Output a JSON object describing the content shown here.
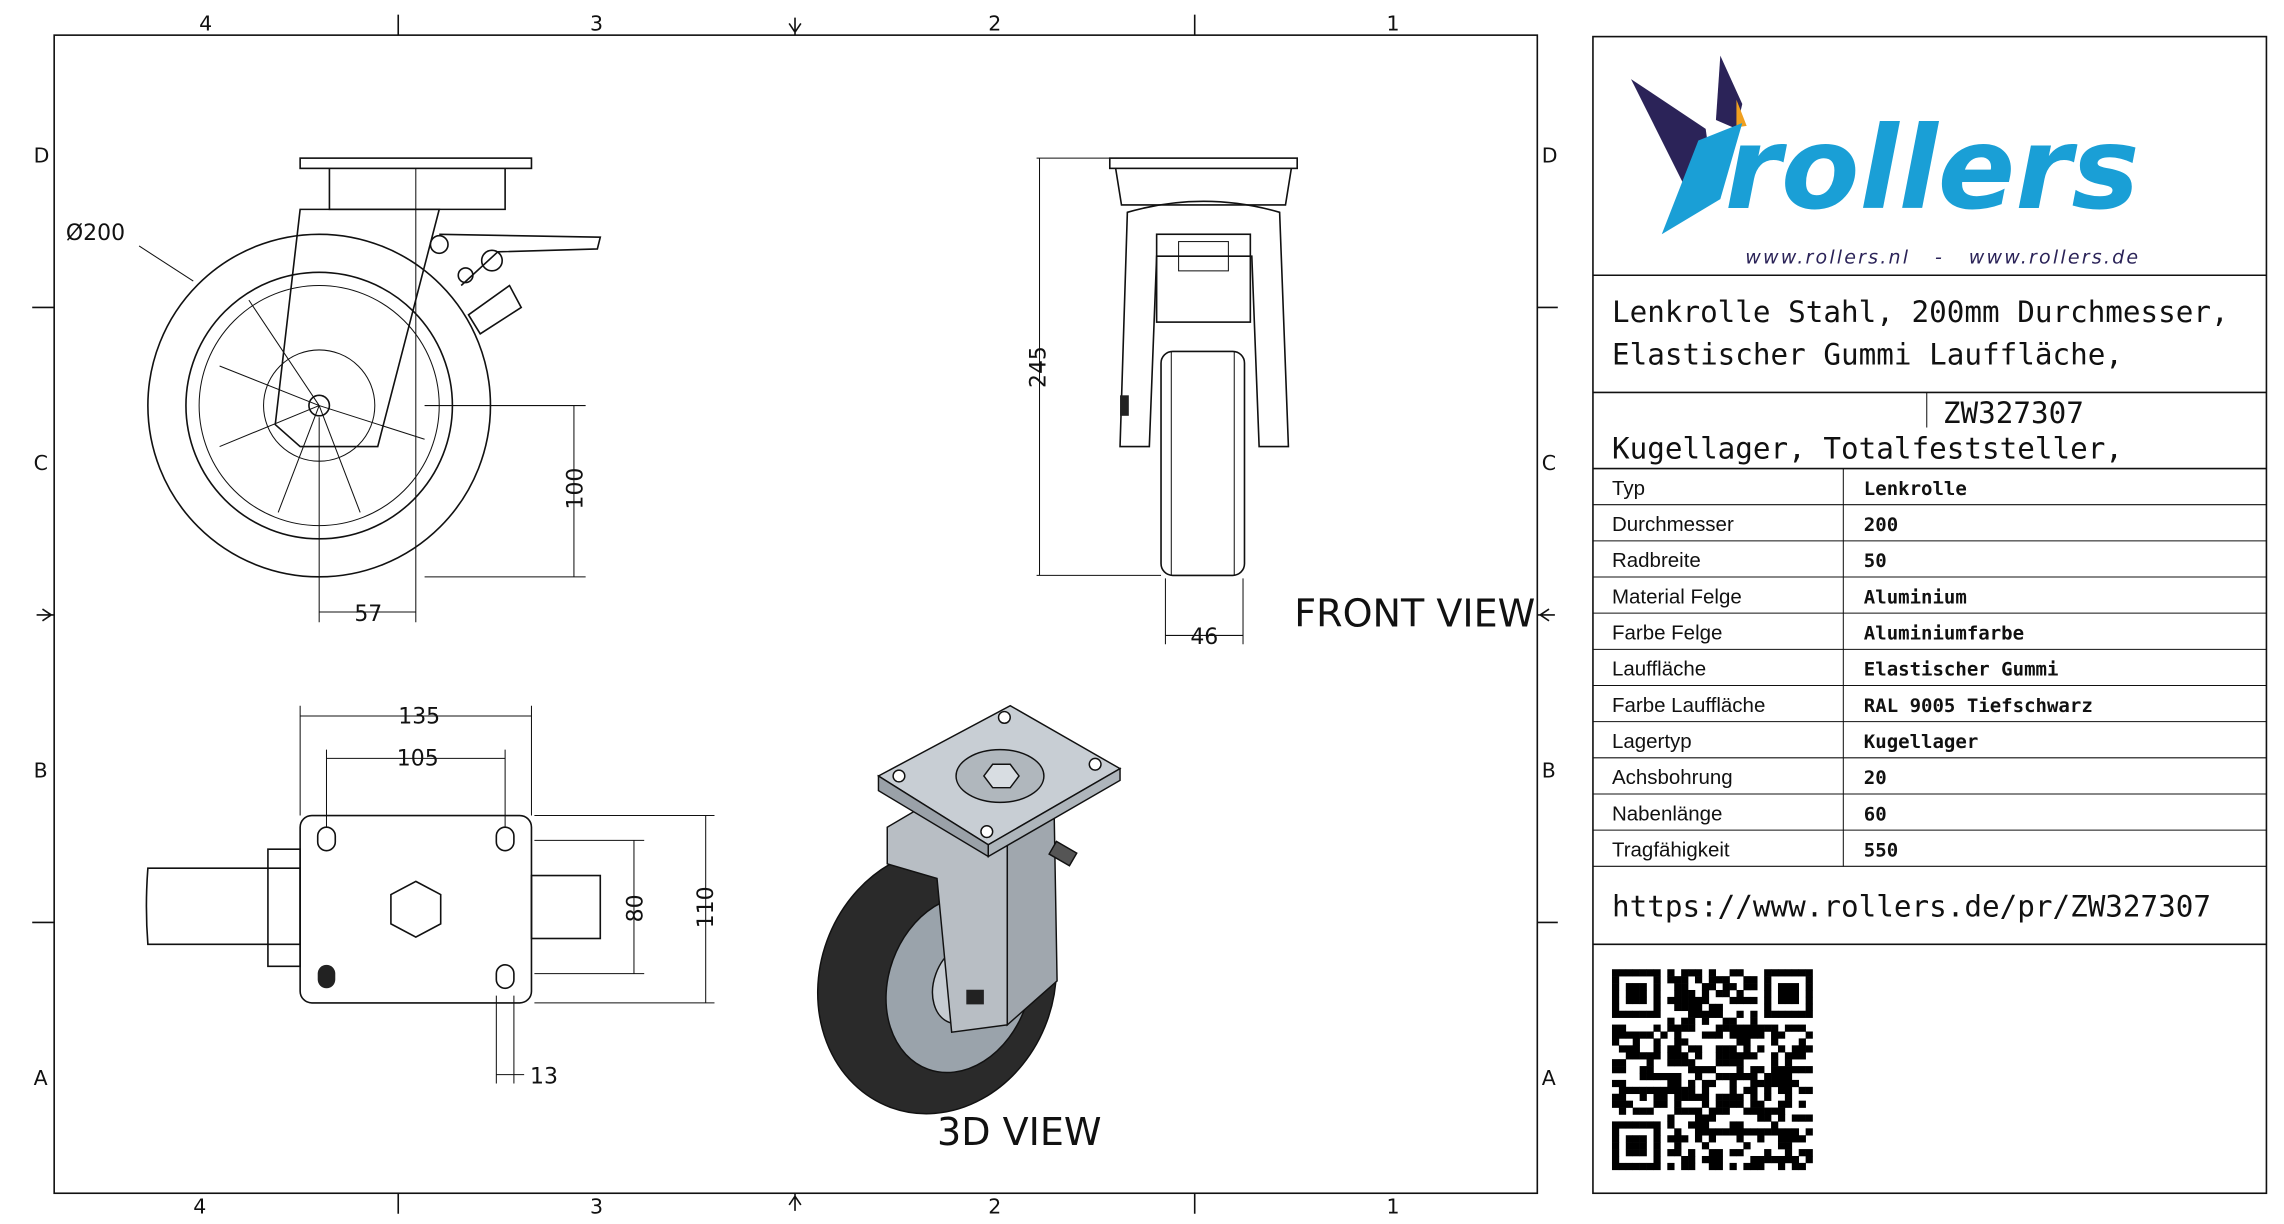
{
  "zones": {
    "columns": [
      "4",
      "3",
      "2",
      "1"
    ],
    "rows": [
      "D",
      "C",
      "B",
      "A"
    ]
  },
  "dimensions": {
    "diameter": "Ø200",
    "axle_height": "100",
    "offset": "57",
    "total_height": "245",
    "wheel_width": "46",
    "plate_length": "135",
    "hole_spacing_length": "105",
    "hole_spacing_width": "80",
    "plate_width": "110",
    "slot_width": "13"
  },
  "views": {
    "front": "FRONT VIEW",
    "iso": "3D VIEW"
  },
  "logo": {
    "brand": "rollers",
    "urls": "www.rollers.nl   -   www.rollers.de",
    "color_primary": "#1a9fd6",
    "color_dark": "#2b2358",
    "color_accent": "#f0a020"
  },
  "title": {
    "line1": "Lenkrolle Stahl, 200mm Durchmesser,",
    "line2": "Elastischer Gummi Lauffläche,",
    "line3": "Kugellager, Totalfeststeller,",
    "article": "ZW327307"
  },
  "specs": [
    {
      "label": "Typ",
      "value": "Lenkrolle"
    },
    {
      "label": "Durchmesser",
      "value": "200"
    },
    {
      "label": "Radbreite",
      "value": "50"
    },
    {
      "label": "Material Felge",
      "value": "Aluminium"
    },
    {
      "label": "Farbe Felge",
      "value": "Aluminiumfarbe"
    },
    {
      "label": "Lauffläche",
      "value": "Elastischer Gummi"
    },
    {
      "label": "Farbe Lauffläche",
      "value": "RAL 9005 Tiefschwarz"
    },
    {
      "label": "Lagertyp",
      "value": "Kugellager"
    },
    {
      "label": "Achsbohrung",
      "value": "20"
    },
    {
      "label": "Nabenlänge",
      "value": "60"
    },
    {
      "label": "Tragfähigkeit",
      "value": "550"
    }
  ],
  "url": "https://www.rollers.de/pr/ZW327307"
}
